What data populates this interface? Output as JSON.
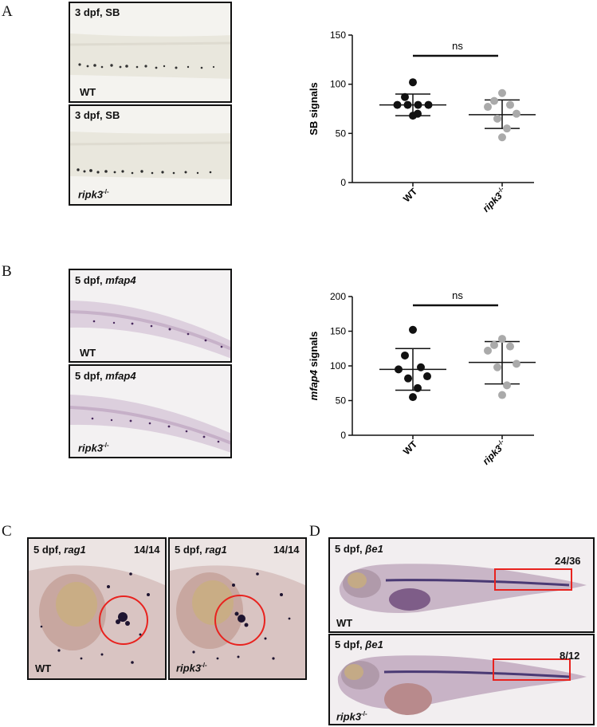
{
  "figure_letters": {
    "a": "A",
    "b": "B",
    "c": "C",
    "d": "D"
  },
  "panel_a": {
    "top_label": "3 dpf, SB",
    "top_genotype": "WT",
    "bottom_label": "3 dpf, SB",
    "bottom_genotype_base": "ripk3",
    "genotype_sup": "-/-"
  },
  "panel_b": {
    "label_prefix": "5 dpf, ",
    "label_gene": "mfap4",
    "top_genotype": "WT",
    "bottom_genotype_base": "ripk3",
    "genotype_sup": "-/-"
  },
  "panel_c": {
    "label_prefix": "5 dpf, ",
    "label_gene": "rag1",
    "left_count": "14/14",
    "right_count": "14/14",
    "left_genotype": "WT",
    "right_genotype_base": "ripk3",
    "genotype_sup": "-/-"
  },
  "panel_d": {
    "label_prefix": "5 dpf, ",
    "label_gene": "βe1",
    "top_count": "24/36",
    "bottom_count": "8/12",
    "top_genotype": "WT",
    "bottom_genotype_base": "ripk3",
    "genotype_sup": "-/-"
  },
  "chart_data": [
    {
      "type": "scatter",
      "ylabel": "SB signals",
      "ylim": [
        0,
        150
      ],
      "yticks": [
        0,
        50,
        100,
        150
      ],
      "categories": [
        "WT",
        "ripk3"
      ],
      "category_sup": [
        "",
        "-/-"
      ],
      "significance": "ns",
      "series": [
        {
          "color": "#111111",
          "values": [
            102,
            87,
            79,
            79,
            79,
            79,
            70,
            68
          ],
          "mean": 79,
          "sd_low": 68,
          "sd_high": 90
        },
        {
          "color": "#aaaaaa",
          "values": [
            91,
            83,
            79,
            77,
            70,
            65,
            55,
            46
          ],
          "mean": 69,
          "sd_low": 55,
          "sd_high": 84
        }
      ]
    },
    {
      "type": "scatter",
      "ylabel": "mfap4 signals",
      "ylim": [
        0,
        200
      ],
      "yticks": [
        0,
        50,
        100,
        150,
        200
      ],
      "categories": [
        "WT",
        "ripk3"
      ],
      "category_sup": [
        "",
        "-/-"
      ],
      "significance": "ns",
      "series": [
        {
          "color": "#111111",
          "values": [
            152,
            115,
            98,
            95,
            85,
            82,
            68,
            55
          ],
          "mean": 95,
          "sd_low": 65,
          "sd_high": 125
        },
        {
          "color": "#aaaaaa",
          "values": [
            139,
            130,
            128,
            122,
            103,
            98,
            72,
            58
          ],
          "mean": 105,
          "sd_low": 74,
          "sd_high": 135
        }
      ]
    }
  ]
}
